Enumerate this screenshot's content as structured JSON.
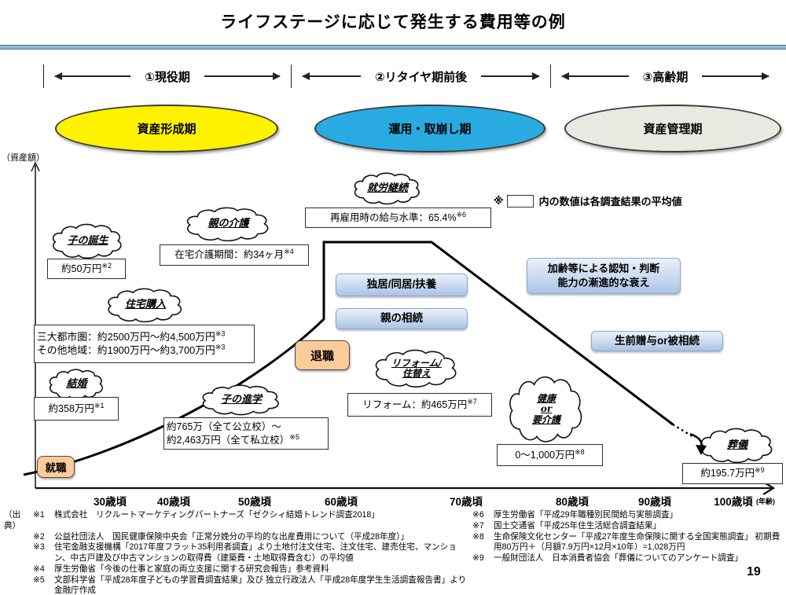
{
  "title": "ライフステージに応じて発生する費用等の例",
  "page_number": "19",
  "stages": [
    {
      "label": "①現役期"
    },
    {
      "label": "②リタイヤ期前後"
    },
    {
      "label": "③高齢期"
    }
  ],
  "phases": [
    {
      "label": "資産形成期",
      "color": "#fff200"
    },
    {
      "label": "運用・取崩し期",
      "color": "#29abe2"
    },
    {
      "label": "資産管理期",
      "color": "#eae9e1"
    }
  ],
  "axis": {
    "y_label": "（資産額）",
    "x_ticks": [
      "30歳頃",
      "40歳頃",
      "50歳頃",
      "60歳頃",
      "70歳頃",
      "80歳頃",
      "90歳頃",
      "100歳頃"
    ],
    "x_unit": "(年齢)"
  },
  "legend_note": {
    "prefix": "※",
    "text": "内の数値は各調査結果の平均値"
  },
  "clouds": {
    "birth": {
      "l1": "子の誕生"
    },
    "care": {
      "l1": "親の介護"
    },
    "work": {
      "l1": "就労継続"
    },
    "house": {
      "l1": "住宅購入"
    },
    "marriage": {
      "l1": "結婚"
    },
    "education": {
      "l1": "子の進学"
    },
    "reform": {
      "l1": "リフォーム/",
      "l2": "住替え"
    },
    "health": {
      "l1": "健康",
      "l2": "or",
      "l3": "要介護"
    },
    "funeral": {
      "l1": "葬儀"
    }
  },
  "cost_boxes": {
    "birth": {
      "lines": [
        {
          "text": "約50万円",
          "ref": "※2"
        }
      ]
    },
    "care": {
      "lines": [
        {
          "text": "在宅介護期間：約34ヶ月",
          "ref": "※4"
        }
      ]
    },
    "work": {
      "lines": [
        {
          "text": "再雇用時の給与水準：65.4%",
          "ref": "※6"
        }
      ]
    },
    "house": {
      "lines": [
        {
          "text": "三大都市圏：約2500万円～約4,500万円",
          "ref": "※3"
        },
        {
          "text": "その他地域：約1900万円～約3,700万円",
          "ref": "※3"
        }
      ]
    },
    "marriage": {
      "lines": [
        {
          "text": "約358万円",
          "ref": "※1"
        }
      ]
    },
    "education": {
      "lines": [
        {
          "text": "約765万（全て公立校）～",
          "ref": ""
        },
        {
          "text": "約2,463万円（全て私立校）",
          "ref": "※5"
        }
      ]
    },
    "reform": {
      "lines": [
        {
          "text": "リフォーム：約465万円",
          "ref": "※7"
        }
      ]
    },
    "health": {
      "lines": [
        {
          "text": "0～1,000万円",
          "ref": "※8"
        }
      ]
    },
    "funeral": {
      "lines": [
        {
          "text": "約195.7万円",
          "ref": "※9"
        }
      ]
    }
  },
  "info_boxes": {
    "living": "独居/同居/扶養",
    "inherit_parent": "親の相続",
    "cognitive": {
      "l1": "加齢等による認知・判断",
      "l2": "能力の漸進的な衰え"
    },
    "gift": "生前贈与or被相続"
  },
  "milestones": {
    "retire": "退職",
    "employ": "就職"
  },
  "sources": {
    "caption": "（出典）",
    "left": [
      {
        "ref": "※1",
        "text": "株式会社　リクルートマーケティングパートナーズ「ゼクシィ結婚トレンド調査2018」"
      },
      {
        "ref": "※2",
        "text": "公益社団法人　国民健康保険中央会「正常分娩分の平均的な出産費用について（平成28年度）」"
      },
      {
        "ref": "※3",
        "text": "住宅金融支援機構「2017年度フラット35利用者調査」より土地付注文住宅、注文住宅、建売住宅、マンション、中古戸建及び中古マンションの取得費（建築費・土地取得費含む）の平均値"
      },
      {
        "ref": "※4",
        "text": "厚生労働省「今後の仕事と家庭の両立支援に関する研究会報告」参考資料"
      },
      {
        "ref": "※5",
        "text": "文部科学省「平成28年度子どもの学習費調査結果」及び 独立行政法人「平成28年度学生生活調査報告書」より金融庁作成"
      }
    ],
    "right": [
      {
        "ref": "※6",
        "text": "厚生労働省「平成29年職種別民間給与実態調査」"
      },
      {
        "ref": "※7",
        "text": "国土交通省「平成25年住生活総合調査結果」"
      },
      {
        "ref": "※8",
        "text": "生命保険文化センター「平成27年度生命保険に関する全国実態調査」 初期費用80万円＋（月額7.9万円×12月×10年）=1,028万円"
      },
      {
        "ref": "※9",
        "text": "一般財団法人　日本消費者協会「葬儀についてのアンケート調査」"
      }
    ]
  }
}
